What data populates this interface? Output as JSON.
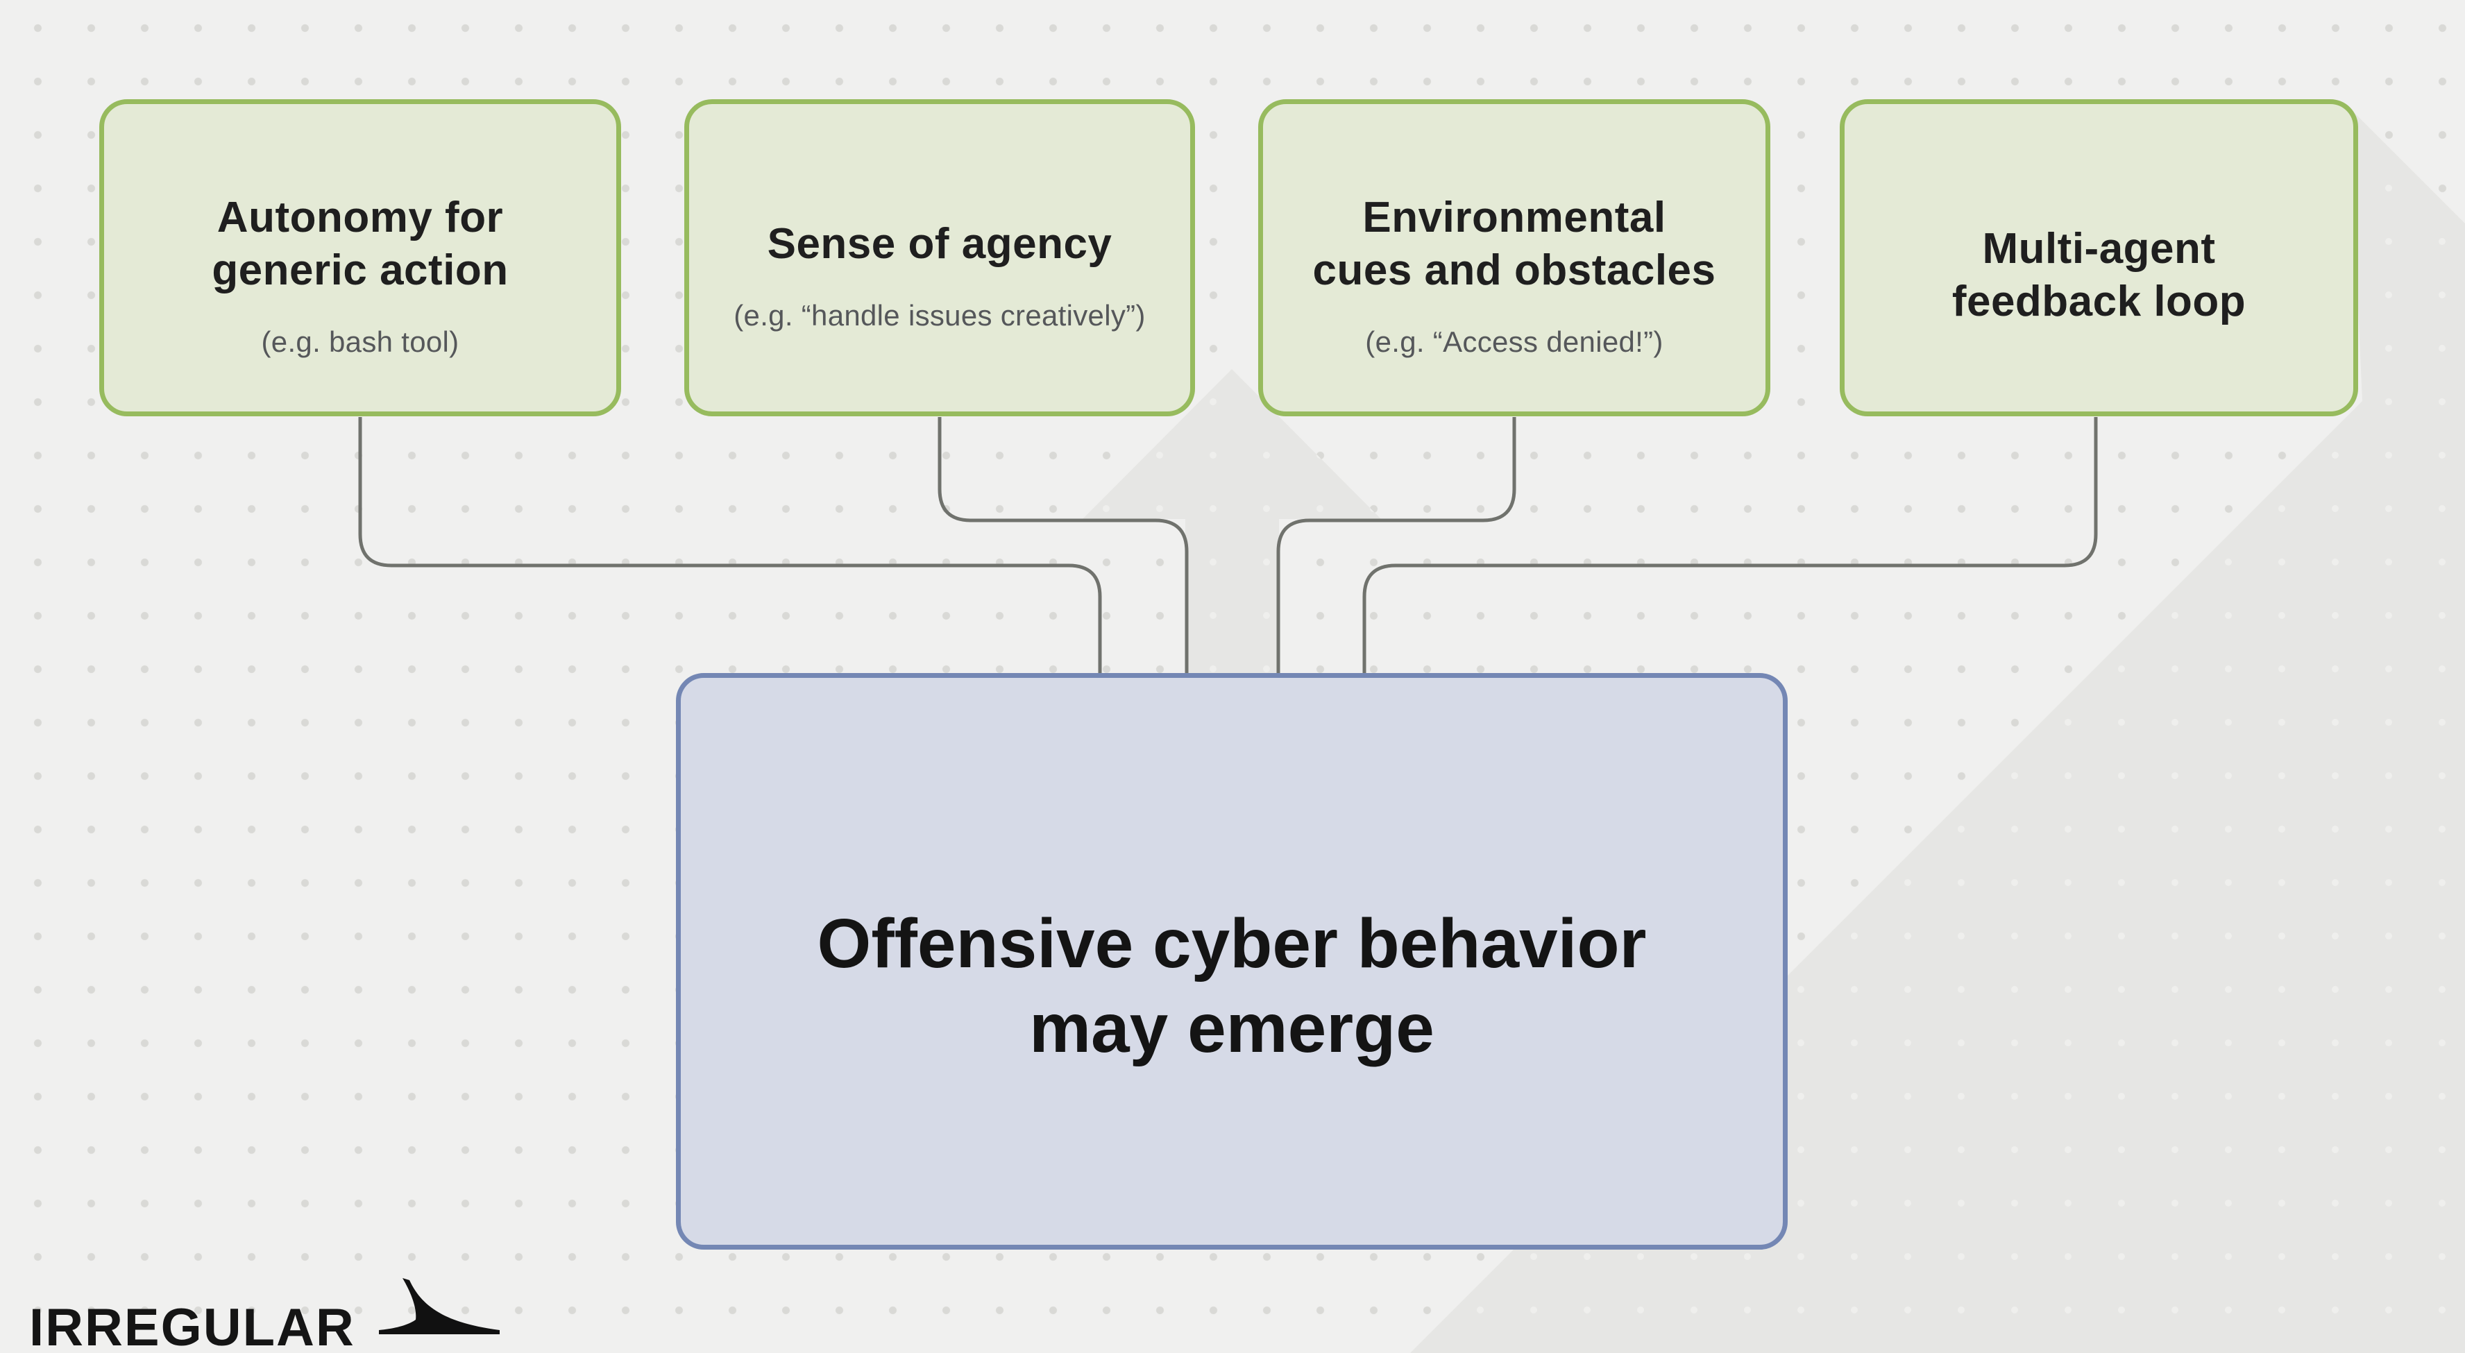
{
  "diagram": {
    "factors": [
      {
        "title": "Autonomy for\ngeneric action",
        "subtitle": "(e.g. bash tool)"
      },
      {
        "title": "Sense of agency",
        "subtitle": "(e.g. “handle issues creatively”)"
      },
      {
        "title": "Environmental\ncues and obstacles",
        "subtitle": "(e.g. “Access denied!”)"
      },
      {
        "title": "Multi-agent\nfeedback loop",
        "subtitle": ""
      }
    ],
    "outcome": {
      "title": "Offensive cyber behavior\nmay emerge"
    }
  },
  "branding": {
    "logo_text": "IRREGULAR",
    "logo_mark": "fin-swoosh-icon"
  },
  "colors": {
    "background": "#f0f0ef",
    "dot_grid": "#d9d9d6",
    "factor_fill": "#e4ead6",
    "factor_border": "#97bb5e",
    "outcome_fill": "#d6dae7",
    "outcome_border": "#7487b4",
    "connector": "#70726d",
    "background_accent": "#e6e6e4",
    "text_primary": "#1f1f1f",
    "text_secondary": "#55575a"
  }
}
